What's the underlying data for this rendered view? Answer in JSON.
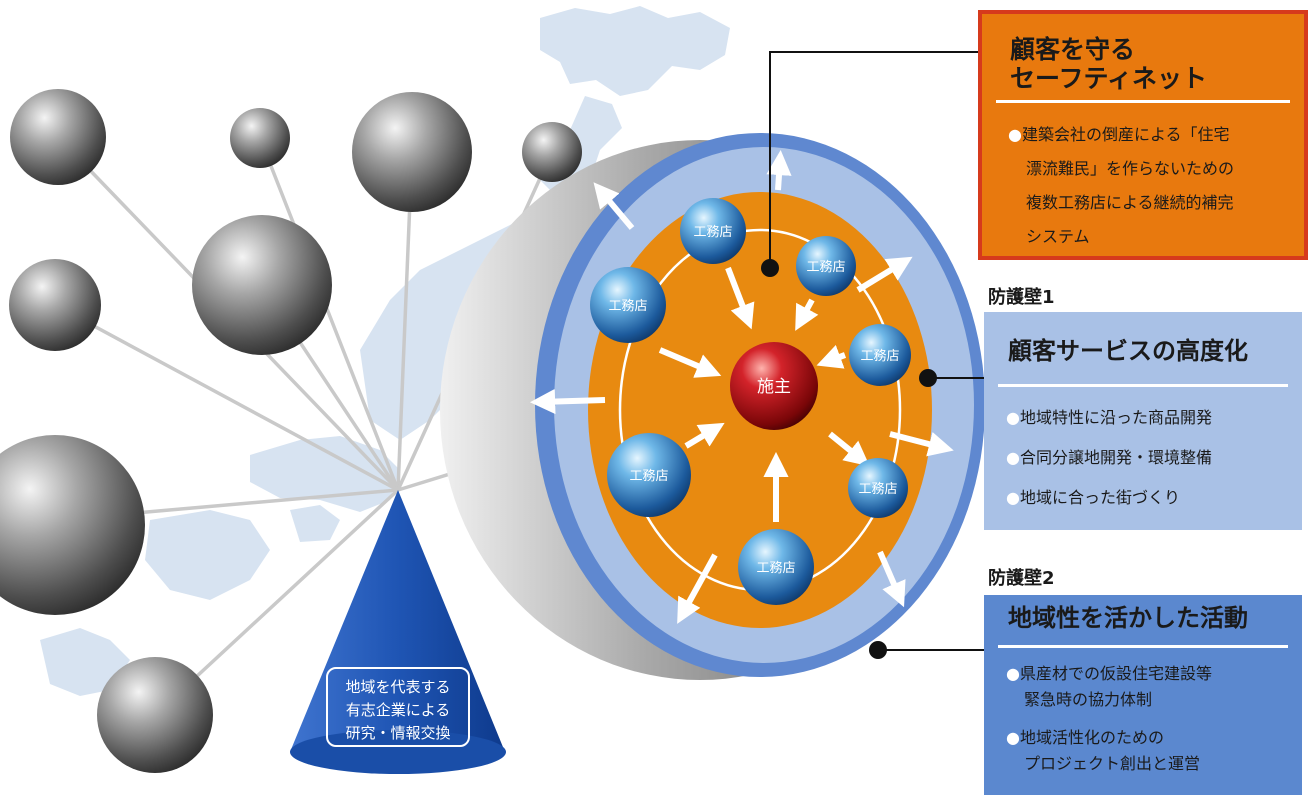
{
  "center_label": "施主",
  "builder_label": "工務店",
  "cone_lines": [
    "地域を代表する",
    "有志企業による",
    "研究・情報交換"
  ],
  "safety_box": {
    "title_lines": [
      "顧客を守る",
      "セーフティネット"
    ],
    "bullet": "●",
    "text_lines": [
      "建築会社の倒産による「住宅",
      "漂流難民」を作らないための",
      "複数工務店による継続的補完",
      "システム"
    ]
  },
  "wall1_label": "防護壁1",
  "service_box": {
    "title": "顧客サービスの高度化",
    "bullet": "●",
    "items": [
      "地域特性に沿った商品開発",
      "合同分譲地開発・環境整備",
      "地域に合った街づくり"
    ]
  },
  "wall2_label": "防護壁2",
  "local_box": {
    "title": "地域性を活かした活動",
    "bullet": "●",
    "item1_lines": [
      "県産材での仮設住宅建設等",
      "緊急時の協力体制"
    ],
    "item2_lines": [
      "地域活性化のための",
      "プロジェクト創出と運営"
    ]
  },
  "colors": {
    "orange_box": "#e8790e",
    "red_border": "#d63a1c",
    "light_blue_box": "#a9c1e6",
    "mid_blue_box": "#5b88cf",
    "disk_orange": "#e88a10",
    "disk_rim_blue": "#8fb0e0",
    "cone_blue": "#1f55b4",
    "center_red": "#c0121a"
  }
}
